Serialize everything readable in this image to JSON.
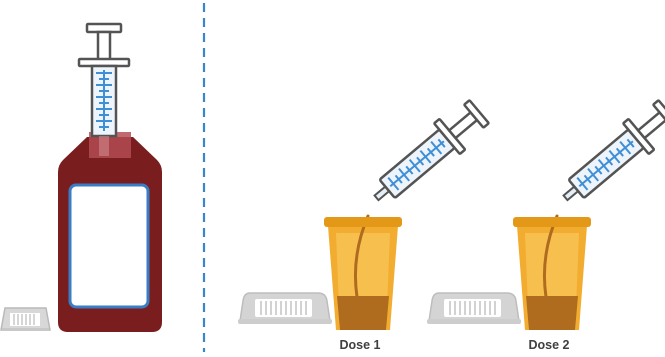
{
  "panels": {
    "left": {
      "items": [
        "oral-syringe",
        "medicine-bottle",
        "bottle-cap"
      ]
    },
    "right": {
      "doses": [
        {
          "label": "Dose 1"
        },
        {
          "label": "Dose 2"
        }
      ]
    }
  },
  "colors": {
    "divider": "#3a86c8",
    "bottle": "#7a1d1f",
    "bottle_neck": "#b04b4b",
    "label_border": "#3a7dc4",
    "syringe_scale": "#3f8fd6",
    "cup": "#f2ad31",
    "liquid": "#b06c1e",
    "cap": "#d7d7d7",
    "dose_text": "#3f3f3f"
  }
}
